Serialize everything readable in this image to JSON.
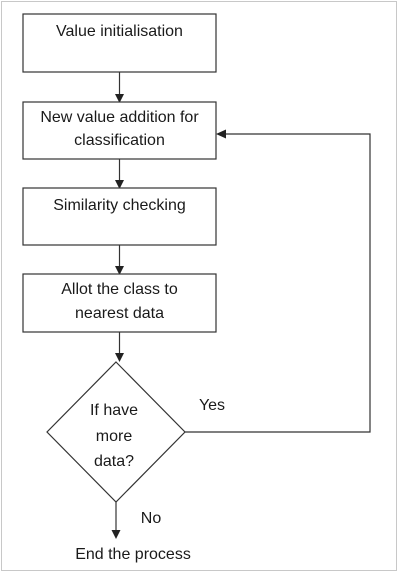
{
  "flowchart": {
    "steps": [
      {
        "label": "Value initialisation"
      },
      {
        "line1": "New value addition for",
        "line2": "classification"
      },
      {
        "label": "Similarity checking"
      },
      {
        "line1": "Allot the class to",
        "line2": "nearest data"
      }
    ],
    "decision": {
      "line1": "If have",
      "line2": "more",
      "line3": "data?"
    },
    "yes_label": "Yes",
    "no_label": "No",
    "end_label": "End the process"
  }
}
